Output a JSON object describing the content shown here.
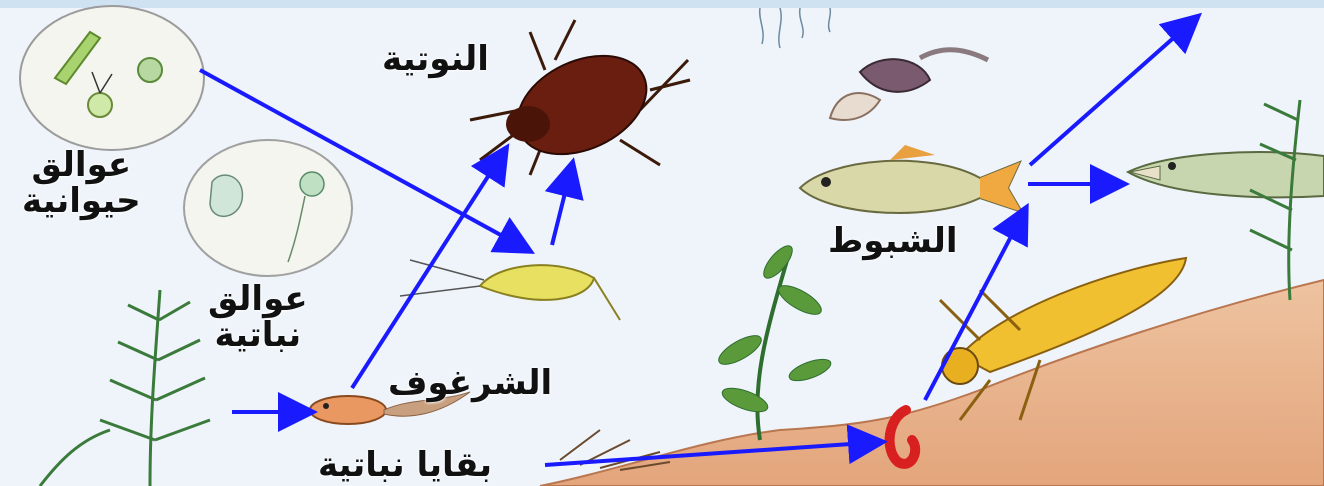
{
  "labels": {
    "zooplankton_line1": "عوالق",
    "zooplankton_line2": "حيوانية",
    "phytoplankton_line1": "عوالق",
    "phytoplankton_line2": "نباتية",
    "water_beetle": "النوتية",
    "tadpole": "الشرغوف",
    "plant_remains": "بقايا نباتية",
    "roach_fish": "الشبوط"
  },
  "colors": {
    "arrow": "#1a1aff",
    "water": "#eef4fa",
    "soil": "#e9b58f"
  },
  "icons": [
    "zooplankton-circle",
    "phytoplankton-circle",
    "water-beetle",
    "snail",
    "roach-fish",
    "pike-fish",
    "freshwater-shrimp",
    "tadpole",
    "dragonfly-larva",
    "red-worm",
    "water-plant",
    "pondweed",
    "plant-debris"
  ]
}
